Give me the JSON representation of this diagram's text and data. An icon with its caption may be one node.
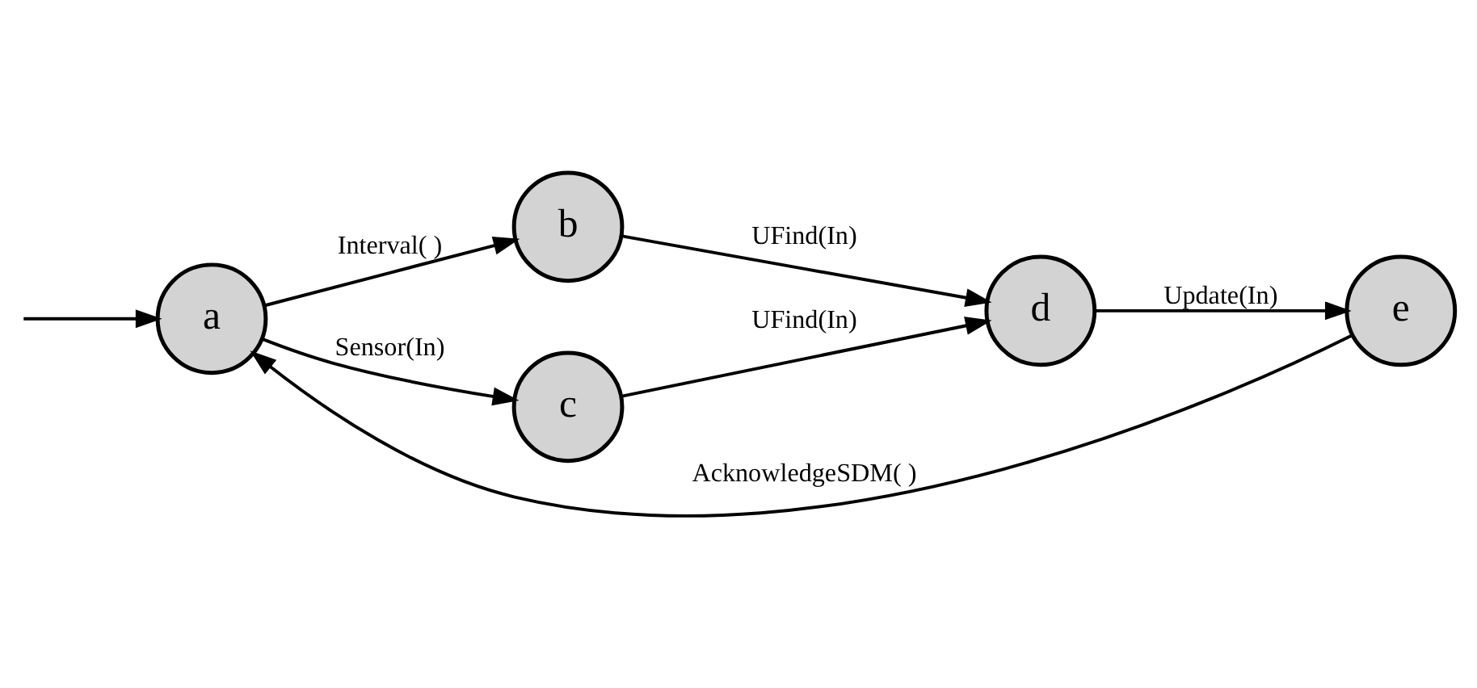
{
  "diagram": {
    "nodes": [
      {
        "text": [
          "a"
        ]
      },
      {
        "text": [
          "b"
        ]
      },
      {
        "text": [
          "c"
        ]
      },
      {
        "text": [
          "d"
        ]
      },
      {
        "text": [
          "e"
        ]
      }
    ],
    "edges": [
      {
        "from": 0,
        "to": 1,
        "arrow": "to",
        "label": "Interval( )"
      },
      {
        "from": 1,
        "to": 3,
        "arrow": "to",
        "label": "UFind(In)"
      },
      {
        "from": 0,
        "to": 2,
        "arrow": "to",
        "label": "Sensor(In)"
      },
      {
        "from": 2,
        "to": 3,
        "arrow": "to",
        "label": "UFind(In)"
      },
      {
        "from": 3,
        "to": 4,
        "arrow": "to",
        "label": "Update(In)"
      },
      {
        "from": 4,
        "to": 0,
        "arrow": "to",
        "label": "AcknowledgeSDM( )"
      },
      {
        "from": null,
        "to": 0,
        "arrow": "to"
      }
    ]
  }
}
